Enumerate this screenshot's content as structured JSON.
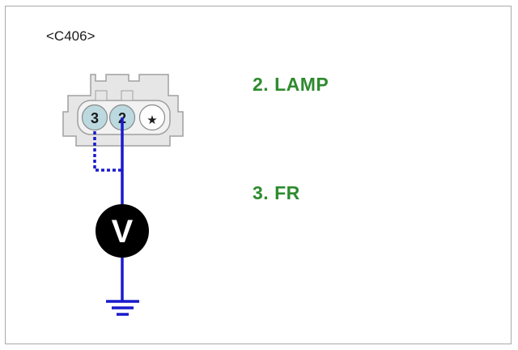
{
  "connector": {
    "id": "<C406>",
    "pins": [
      {
        "label": "3"
      },
      {
        "label": "2"
      },
      {
        "label": "★"
      }
    ]
  },
  "pin_labels": {
    "lamp": "2. LAMP",
    "fr": "3. FR"
  },
  "voltmeter": {
    "symbol": "V"
  },
  "colors": {
    "wire": "#1a1acc",
    "label_green": "#2e8b2e",
    "pin_fill": "#bcd9e0",
    "connector_fill": "#e6e6e6"
  },
  "icons": [
    "connector-icon",
    "voltmeter-icon",
    "ground-icon"
  ]
}
